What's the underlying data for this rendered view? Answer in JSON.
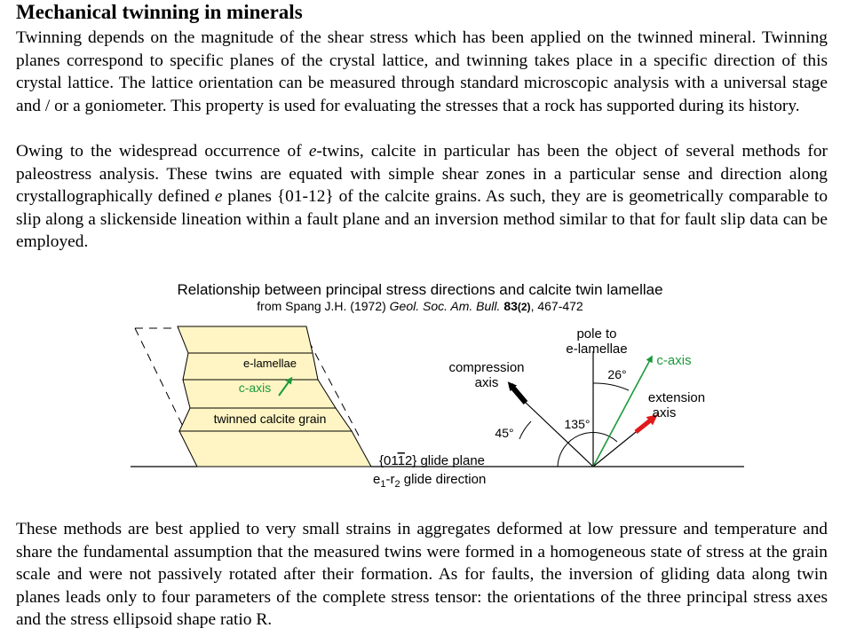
{
  "title": "Mechanical twinning in minerals",
  "paragraph1": "Twinning depends on the magnitude of the shear stress which has been applied on the twinned mineral. Twinning planes correspond to specific planes of the crystal lattice, and twinning takes place in a specific direction of this crystal lattice. The lattice orientation can be measured through standard microscopic analysis with a universal stage and / or a goniometer. This property is used for evaluating the stresses that a rock has supported during its history.",
  "paragraph2": {
    "before_e": "Owing to the widespread occurrence of ",
    "e_twins_italic": "e",
    "middle1": "-twins, calcite in particular has been the object of several methods for paleostress analysis. These twins are equated with simple shear zones in a particular sense and direction along crystallographically defined ",
    "e_planes_italic": "e",
    "middle2": " planes {01-12} of the calcite grains. As such, they are is geometrically comparable to slip along a slickenside lineation within a fault plane and an inversion method similar to that for fault slip data can be employed."
  },
  "figure": {
    "caption": "Relationship between principal stress directions and calcite twin lamellae",
    "source_prefix": "from Spang J.H. (1972) ",
    "source_journal": "Geol. Soc. Am. Bull.",
    "source_volume": "83",
    "source_issue": "(2)",
    "source_pages": ", 467-472",
    "labels": {
      "e_lamellae": "e-lamellae",
      "c_axis_left": "c-axis",
      "twinned_grain": "twinned calcite grain",
      "compression": "compression",
      "compression_axis": "axis",
      "pole_to": "pole to",
      "pole_e_lamellae": "e-lamellae",
      "c_axis_right": "c-axis",
      "angle_26": "26°",
      "extension": "extension",
      "extension_axis": "axis",
      "angle_135": "135°",
      "angle_45": "45°",
      "glide_plane_prefix": "{01",
      "glide_plane_digit": "1",
      "glide_plane_suffix": "2} glide plane",
      "glide_dir_e": "e",
      "glide_dir_sub1": "1",
      "glide_dir_r": "-r",
      "glide_dir_sub2": "2",
      "glide_dir_suffix": " glide direction"
    },
    "colors": {
      "crystal_fill": "#fff5c4",
      "c_axis_green": "#1a9a3a",
      "extension_red": "#e01a1a",
      "compression_black": "#000000"
    }
  },
  "paragraph3": "These methods are best applied to very small strains in aggregates deformed at low pressure and temperature and share the fundamental assumption that the measured twins were formed in a homogeneous state of stress at the grain scale and were not passively rotated after their formation. As for faults, the inversion of gliding data along twin planes leads only to four parameters of the complete stress tensor: the orientations of the three principal stress axes and the stress ellipsoid shape ratio R."
}
